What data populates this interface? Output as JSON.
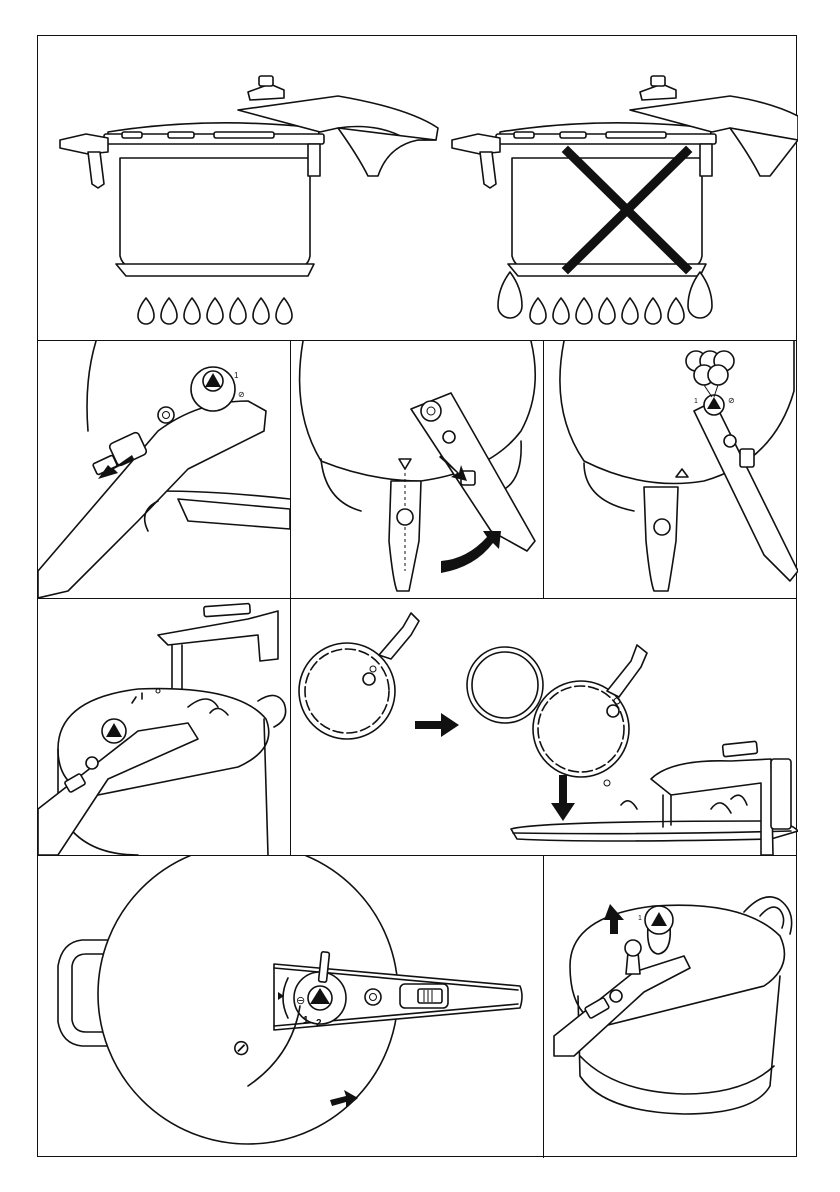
{
  "figures": [
    {
      "name": "correct-heating",
      "text": ""
    },
    {
      "name": "incorrect-heating-flames-too-high",
      "text": ""
    },
    {
      "name": "slide-opening-button",
      "text": ""
    },
    {
      "name": "lower-handle-lock",
      "text": ""
    },
    {
      "name": "pressure-selector",
      "text": ""
    },
    {
      "name": "cool-under-tap",
      "text": ""
    },
    {
      "name": "remove-gasket-and-wash-lid",
      "text": ""
    },
    {
      "name": "set-valve-and-open",
      "text": ""
    },
    {
      "name": "remove-valve",
      "text": ""
    }
  ],
  "valve": {
    "position_1": "1",
    "position_2": "2",
    "steam_release_symbol": "⊘"
  },
  "colors": {
    "line": "#111111",
    "background": "#ffffff"
  }
}
